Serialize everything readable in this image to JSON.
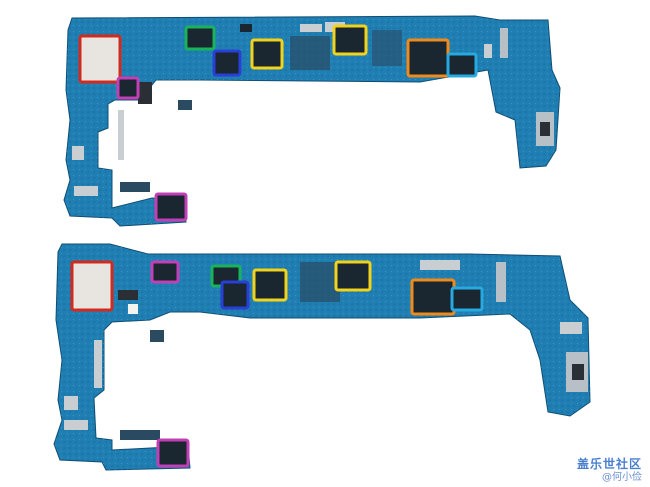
{
  "photo": {
    "boards": [
      {
        "name": "upper-board",
        "board_color": "#1f7fb3",
        "highlights": [
          {
            "color": "#d42a1e"
          },
          {
            "color": "#c23fb5"
          },
          {
            "color": "#19b35a"
          },
          {
            "color": "#2a3fd6"
          },
          {
            "color": "#f2d21a"
          },
          {
            "color": "#f2d21a"
          },
          {
            "color": "#f08a1a"
          },
          {
            "color": "#27a9e1"
          },
          {
            "color": "#c23fb5"
          }
        ]
      },
      {
        "name": "lower-board",
        "board_color": "#1f7fb3",
        "highlights": [
          {
            "color": "#d42a1e"
          },
          {
            "color": "#c23fb5"
          },
          {
            "color": "#19b35a"
          },
          {
            "color": "#2a3fd6"
          },
          {
            "color": "#f2d21a"
          },
          {
            "color": "#f2d21a"
          },
          {
            "color": "#f08a1a"
          },
          {
            "color": "#27a9e1"
          },
          {
            "color": "#c23fb5"
          }
        ]
      }
    ]
  },
  "watermark": {
    "brand": "盖乐世社区",
    "user": "@何小俭"
  }
}
